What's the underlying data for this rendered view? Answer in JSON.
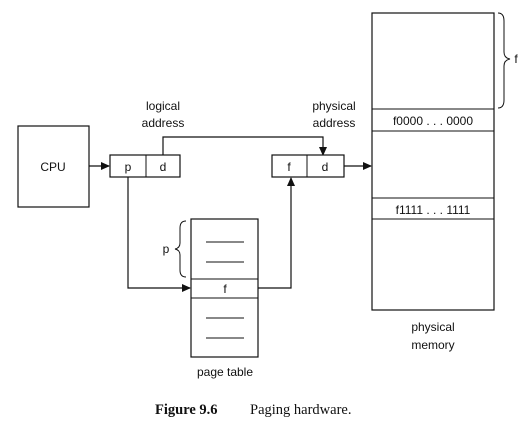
{
  "diagram": {
    "cpu_label": "CPU",
    "logical_address": {
      "label_line1": "logical",
      "label_line2": "address",
      "p": "p",
      "d": "d"
    },
    "physical_address": {
      "label_line1": "physical",
      "label_line2": "address",
      "f": "f",
      "d": "d"
    },
    "page_table": {
      "label": "page table",
      "p_brace_label": "p",
      "entry_label": "f"
    },
    "physical_memory": {
      "label_line1": "physical",
      "label_line2": "memory",
      "f_brace_label": "f",
      "start_address": "f0000 . . . 0000",
      "end_address": "f1111 . . . 1111"
    }
  },
  "caption": {
    "number": "Figure 9.6",
    "title": "Paging hardware."
  }
}
